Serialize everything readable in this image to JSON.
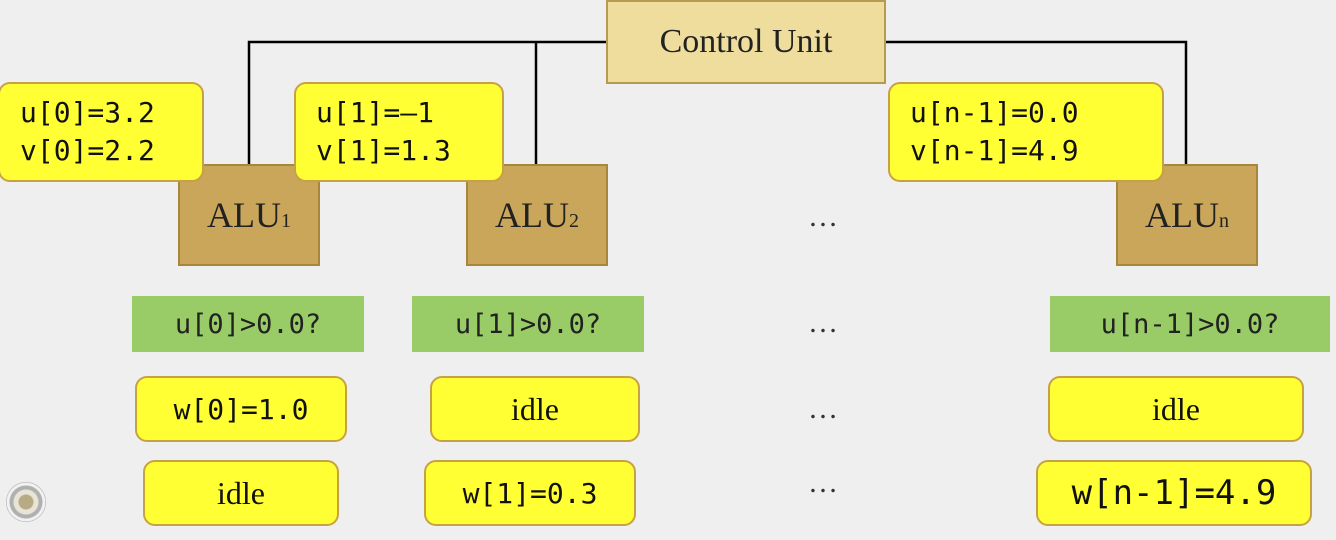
{
  "control_unit": {
    "label": "Control Unit"
  },
  "alus": [
    {
      "name": "ALU",
      "sub": "1"
    },
    {
      "name": "ALU",
      "sub": "2"
    },
    {
      "name": "ALU",
      "sub": "n"
    }
  ],
  "inputs": [
    {
      "u": "u[0]=3.2",
      "v": "v[0]=2.2"
    },
    {
      "u": "u[1]=–1",
      "v": "v[1]=1.3"
    },
    {
      "u": "u[n-1]=0.0",
      "v": "v[n-1]=4.9"
    }
  ],
  "conditions": [
    "u[0]>0.0?",
    "u[1]>0.0?",
    "u[n-1]>0.0?"
  ],
  "row_then": [
    "w[0]=1.0",
    "idle",
    "idle"
  ],
  "row_else": [
    "idle",
    "w[1]=0.3",
    "w[n-1]=4.9"
  ],
  "ellipsis": "…",
  "colors": {
    "control_unit": "#eedd9d",
    "alu": "#c9a659",
    "value_box": "#ffff33",
    "condition": "#99cc66"
  }
}
